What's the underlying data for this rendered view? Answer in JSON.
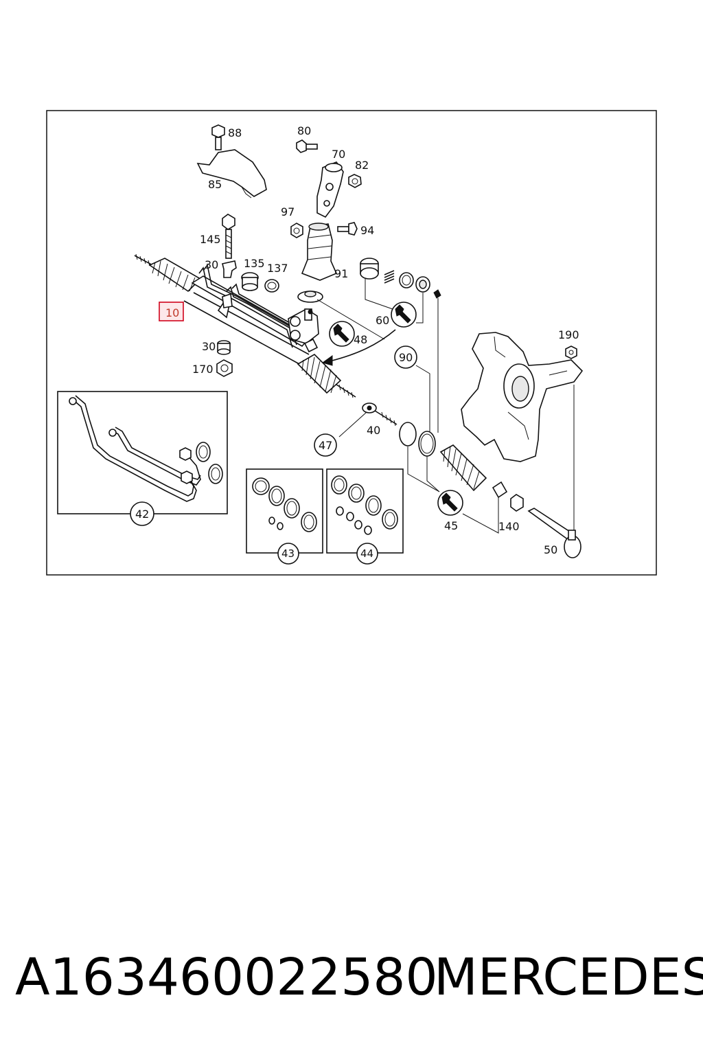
{
  "diagram": {
    "labels": {
      "p88": "88",
      "p80": "80",
      "p70": "70",
      "p82": "82",
      "p85": "85",
      "p97": "97",
      "p94": "94",
      "p145": "145",
      "p30a": "30",
      "p135": "135",
      "p137": "137",
      "p91": "91",
      "p10": "10",
      "p60": "60",
      "p48": "48",
      "p90": "90",
      "p190": "190",
      "p30b": "30",
      "p170": "170",
      "p47": "47",
      "p40": "40",
      "p42": "42",
      "p43": "43",
      "p44": "44",
      "p45": "45",
      "p140": "140",
      "p50": "50"
    },
    "highlight_color": "#d0021b",
    "highlight_fill": "#fde8ea"
  },
  "footer": {
    "part_number": "A163460022580",
    "brand": "MERCEDES"
  }
}
